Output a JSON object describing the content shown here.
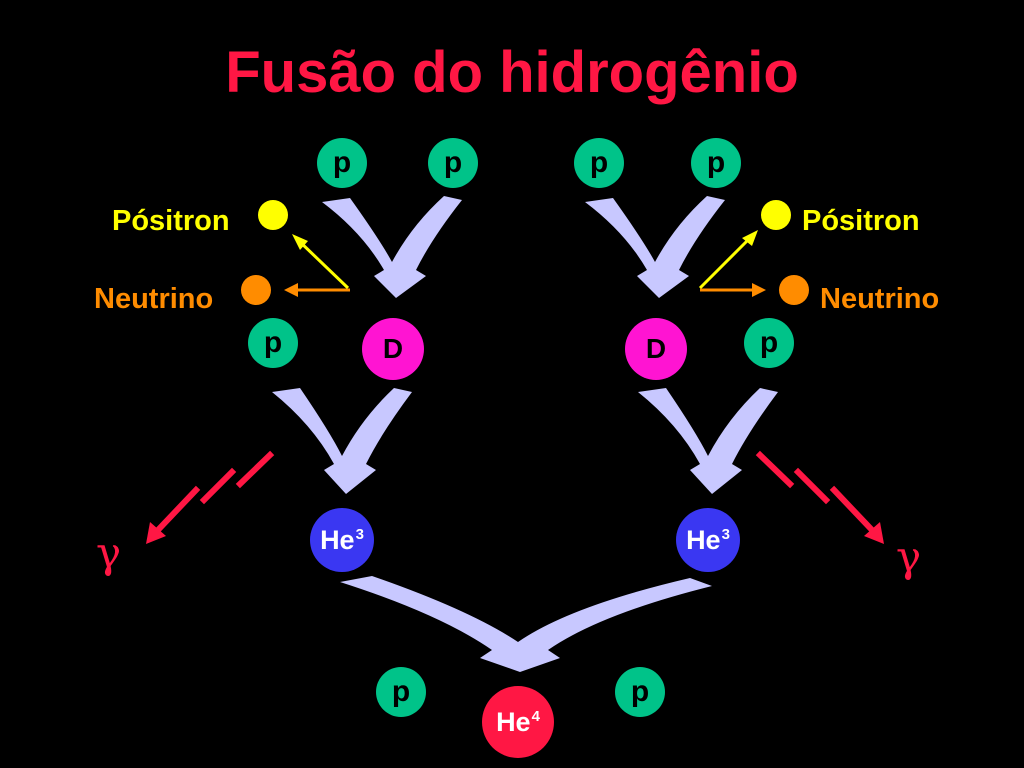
{
  "title": "Fusão do hidrogênio",
  "colors": {
    "title": "#ff1744",
    "proton": "#00c389",
    "deuterium": "#ff14d2",
    "helium3": "#3a37f2",
    "helium4": "#ff1744",
    "positron": "#ffff00",
    "neutrino": "#ff8c00",
    "gamma": "#ff1744",
    "arrow": "#c8c8ff"
  },
  "labels": {
    "proton": "p",
    "deuterium": "D",
    "helium3": "He",
    "helium3_mass": "3",
    "helium4": "He",
    "helium4_mass": "4",
    "positron": "Pósitron",
    "neutrino": "Neutrino",
    "gamma": "γ"
  }
}
